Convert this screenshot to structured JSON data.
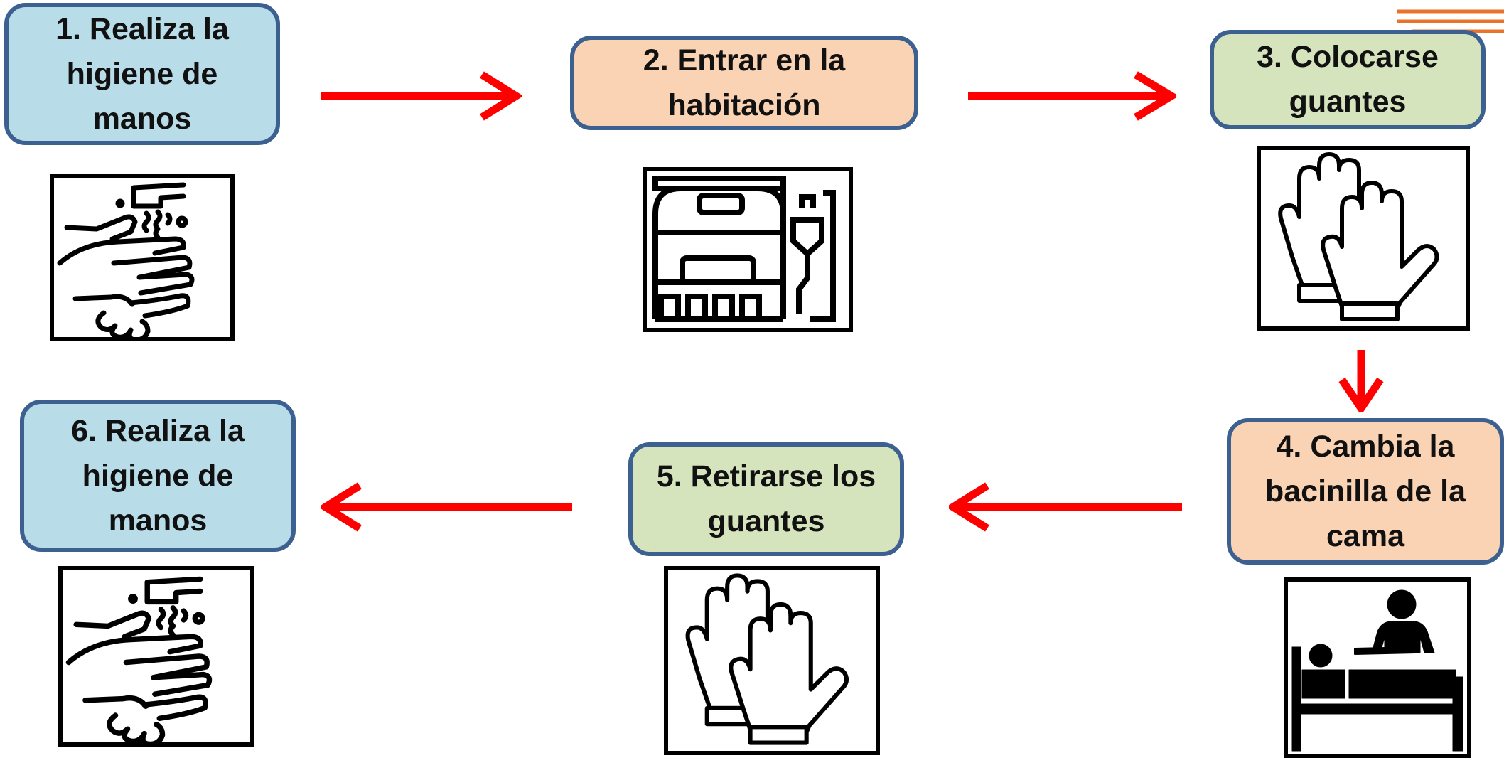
{
  "steps": [
    {
      "id": 1,
      "label": "1. Realiza la higiene de manos",
      "color": "#b8dce8",
      "icon": "handwashing-icon"
    },
    {
      "id": 2,
      "label": "2. Entrar en la habitación",
      "color": "#fad2b4",
      "icon": "hospital-bed-iv-icon"
    },
    {
      "id": 3,
      "label": "3. Colocarse guantes",
      "color": "#d6e4bd",
      "icon": "gloves-icon"
    },
    {
      "id": 4,
      "label": "4. Cambia la bacinilla de la cama",
      "color": "#fad2b4",
      "icon": "patient-care-icon"
    },
    {
      "id": 5,
      "label": "5. Retirarse los guantes",
      "color": "#d6e4bd",
      "icon": "gloves-icon"
    },
    {
      "id": 6,
      "label": "6. Realiza la higiene de manos",
      "color": "#b8dce8",
      "icon": "handwashing-icon"
    }
  ],
  "colors": {
    "box_border": "#3c6090",
    "arrow": "#ff0000",
    "icon_stroke": "#000000",
    "corner_accent": "#e8742c"
  }
}
